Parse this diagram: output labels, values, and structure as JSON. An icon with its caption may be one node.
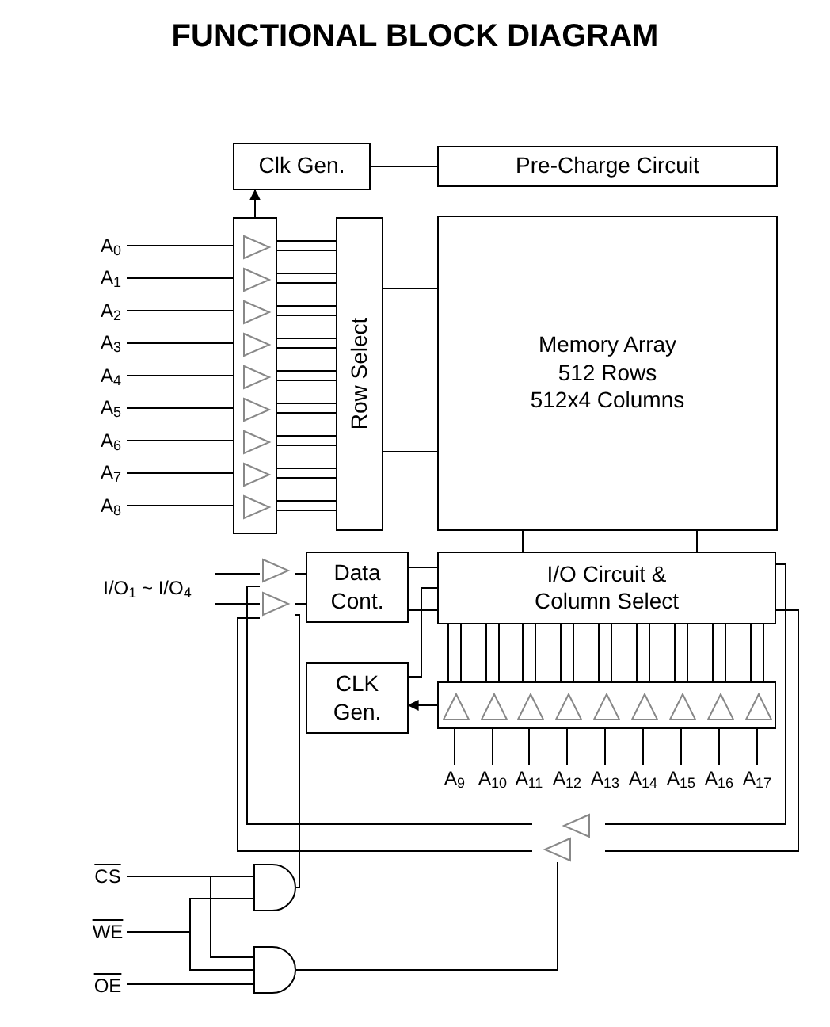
{
  "diagram": {
    "title": "FUNCTIONAL BLOCK DIAGRAM",
    "nodes": [
      {
        "text": [
          "Clk Gen."
        ]
      },
      {
        "text": [
          "Pre-Charge Circuit"
        ]
      },
      {
        "text": [],
        "shape": "box"
      },
      {
        "text": [
          "Row Select"
        ]
      },
      {
        "text": [
          "Memory Array",
          "512 Rows",
          "512x4 Columns"
        ]
      },
      {
        "text": [
          "Data Cont."
        ]
      },
      {
        "text": [
          "I/O Circuit & Column Select"
        ]
      },
      {
        "text": [
          "CLK Gen."
        ]
      },
      {
        "text": [],
        "shape": "box"
      },
      {
        "text": [],
        "shape": "gate"
      },
      {
        "text": [],
        "shape": "gate"
      },
      {
        "text": [
          "A$_{0}$"
        ]
      },
      {
        "text": [
          "A$_{1}$"
        ]
      },
      {
        "text": [
          "A$_{2}$"
        ]
      },
      {
        "text": [
          "A$_{3}$"
        ]
      },
      {
        "text": [
          "A$_{4}$"
        ]
      },
      {
        "text": [
          "A$_{5}$"
        ]
      },
      {
        "text": [
          "A$_{6}$"
        ]
      },
      {
        "text": [
          "A$_{7}$"
        ]
      },
      {
        "text": [
          "A$_{8}$"
        ]
      },
      {
        "text": [
          "A$_{9}$"
        ]
      },
      {
        "text": [
          "A$_{10}$"
        ]
      },
      {
        "text": [
          "A$_{11}$"
        ]
      },
      {
        "text": [
          "A$_{12}$"
        ]
      },
      {
        "text": [
          "A$_{13}$"
        ]
      },
      {
        "text": [
          "A$_{14}$"
        ]
      },
      {
        "text": [
          "A$_{15}$"
        ]
      },
      {
        "text": [
          "A$_{16}$"
        ]
      },
      {
        "text": [
          "A$_{17}$"
        ]
      },
      {
        "text": [
          "I/O$_{1}$ ~ I/O$_{4}$"
        ]
      },
      {
        "text": [
          "CS"
        ]
      },
      {
        "text": [
          "WE"
        ]
      },
      {
        "text": [
          "OE"
        ]
      },
      {
        "text": [],
        "shape": "triangle"
      },
      {
        "text": [],
        "shape": "triangle"
      }
    ],
    "edges": [
      {
        "from": 11,
        "to": 2,
        "arrow": "none"
      },
      {
        "from": 12,
        "to": 2,
        "arrow": "none"
      },
      {
        "from": 13,
        "to": 2,
        "arrow": "none"
      },
      {
        "from": 14,
        "to": 2,
        "arrow": "none"
      },
      {
        "from": 15,
        "to": 2,
        "arrow": "none"
      },
      {
        "from": 16,
        "to": 2,
        "arrow": "none"
      },
      {
        "from": 17,
        "to": 2,
        "arrow": "none"
      },
      {
        "from": 18,
        "to": 2,
        "arrow": "none"
      },
      {
        "from": 19,
        "to": 2,
        "arrow": "none"
      },
      {
        "from": 2,
        "to": 3,
        "arrow": "none"
      },
      {
        "from": 2,
        "to": 0,
        "arrow": "to"
      },
      {
        "from": 0,
        "to": 1,
        "arrow": "none"
      },
      {
        "from": 3,
        "to": 4,
        "arrow": "none"
      },
      {
        "from": 4,
        "to": 6,
        "arrow": "none"
      },
      {
        "from": 29,
        "to": 33,
        "arrow": "none"
      },
      {
        "from": 33,
        "to": 5,
        "arrow": "none"
      },
      {
        "from": 6,
        "to": 5,
        "arrow": "none"
      },
      {
        "from": 8,
        "to": 7,
        "arrow": "to"
      },
      {
        "from": 7,
        "to": 6,
        "arrow": "none"
      },
      {
        "from": 8,
        "to": 6,
        "arrow": "none"
      },
      {
        "from": 20,
        "to": 8,
        "arrow": "none"
      },
      {
        "from": 21,
        "to": 8,
        "arrow": "none"
      },
      {
        "from": 22,
        "to": 8,
        "arrow": "none"
      },
      {
        "from": 23,
        "to": 8,
        "arrow": "none"
      },
      {
        "from": 24,
        "to": 8,
        "arrow": "none"
      },
      {
        "from": 25,
        "to": 8,
        "arrow": "none"
      },
      {
        "from": 26,
        "to": 8,
        "arrow": "none"
      },
      {
        "from": 27,
        "to": 8,
        "arrow": "none"
      },
      {
        "from": 28,
        "to": 8,
        "arrow": "none"
      },
      {
        "from": 30,
        "to": 9,
        "arrow": "none"
      },
      {
        "from": 30,
        "to": 10,
        "arrow": "none"
      },
      {
        "from": 31,
        "to": 9,
        "arrow": "none"
      },
      {
        "from": 31,
        "to": 10,
        "arrow": "none"
      },
      {
        "from": 32,
        "to": 10,
        "arrow": "none"
      },
      {
        "from": 9,
        "to": 33,
        "arrow": "none"
      },
      {
        "from": 10,
        "to": 34,
        "arrow": "none"
      },
      {
        "from": 6,
        "to": 34,
        "arrow": "none"
      },
      {
        "from": 6,
        "to": 34,
        "arrow": "none"
      },
      {
        "from": 34,
        "to": 33,
        "arrow": "none"
      },
      {
        "from": 34,
        "to": 33,
        "arrow": "none"
      }
    ]
  }
}
